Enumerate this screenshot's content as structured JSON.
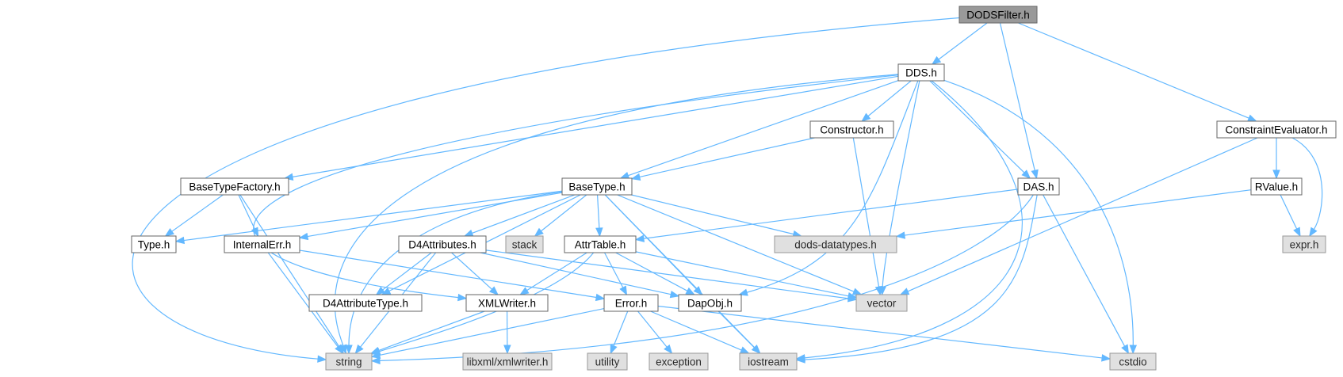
{
  "graph": {
    "nodes": [
      {
        "id": "dodsfilter",
        "label": "DODSFilter.h",
        "kind": "root"
      },
      {
        "id": "dds",
        "label": "DDS.h",
        "kind": "local"
      },
      {
        "id": "constraintevaluator",
        "label": "ConstraintEvaluator.h",
        "kind": "local"
      },
      {
        "id": "constructor",
        "label": "Constructor.h",
        "kind": "local"
      },
      {
        "id": "basetypefactory",
        "label": "BaseTypeFactory.h",
        "kind": "local"
      },
      {
        "id": "basetype",
        "label": "BaseType.h",
        "kind": "local"
      },
      {
        "id": "das",
        "label": "DAS.h",
        "kind": "local"
      },
      {
        "id": "rvalue",
        "label": "RValue.h",
        "kind": "local"
      },
      {
        "id": "typeh",
        "label": "Type.h",
        "kind": "local"
      },
      {
        "id": "internalerr",
        "label": "InternalErr.h",
        "kind": "local"
      },
      {
        "id": "d4attributes",
        "label": "D4Attributes.h",
        "kind": "local"
      },
      {
        "id": "stack",
        "label": "stack",
        "kind": "system"
      },
      {
        "id": "attrtable",
        "label": "AttrTable.h",
        "kind": "local"
      },
      {
        "id": "dodsdatatypes",
        "label": "dods-datatypes.h",
        "kind": "system"
      },
      {
        "id": "exprh",
        "label": "expr.h",
        "kind": "system"
      },
      {
        "id": "d4attributetype",
        "label": "D4AttributeType.h",
        "kind": "local"
      },
      {
        "id": "xmlwriter",
        "label": "XMLWriter.h",
        "kind": "local"
      },
      {
        "id": "errorh",
        "label": "Error.h",
        "kind": "local"
      },
      {
        "id": "dapobj",
        "label": "DapObj.h",
        "kind": "local"
      },
      {
        "id": "vector",
        "label": "vector",
        "kind": "system"
      },
      {
        "id": "string",
        "label": "string",
        "kind": "system"
      },
      {
        "id": "libxml",
        "label": "libxml/xmlwriter.h",
        "kind": "system"
      },
      {
        "id": "utility",
        "label": "utility",
        "kind": "system"
      },
      {
        "id": "exception",
        "label": "exception",
        "kind": "system"
      },
      {
        "id": "iostream",
        "label": "iostream",
        "kind": "system"
      },
      {
        "id": "cstdio",
        "label": "cstdio",
        "kind": "system"
      }
    ],
    "edges": [
      [
        "dodsfilter",
        "dds"
      ],
      [
        "dodsfilter",
        "das"
      ],
      [
        "dodsfilter",
        "constraintevaluator"
      ],
      [
        "dodsfilter",
        "string"
      ],
      [
        "dds",
        "constructor"
      ],
      [
        "dds",
        "basetypefactory"
      ],
      [
        "dds",
        "basetype"
      ],
      [
        "dds",
        "das"
      ],
      [
        "dds",
        "string"
      ],
      [
        "dds",
        "xmlwriter"
      ],
      [
        "dds",
        "dapobj"
      ],
      [
        "dds",
        "vector"
      ],
      [
        "dds",
        "iostream"
      ],
      [
        "dds",
        "cstdio"
      ],
      [
        "constructor",
        "basetype"
      ],
      [
        "constructor",
        "vector"
      ],
      [
        "basetypefactory",
        "typeh"
      ],
      [
        "basetypefactory",
        "internalerr"
      ],
      [
        "basetypefactory",
        "string"
      ],
      [
        "basetype",
        "typeh"
      ],
      [
        "basetype",
        "internalerr"
      ],
      [
        "basetype",
        "d4attributes"
      ],
      [
        "basetype",
        "stack"
      ],
      [
        "basetype",
        "attrtable"
      ],
      [
        "basetype",
        "dodsdatatypes"
      ],
      [
        "basetype",
        "d4attributetype"
      ],
      [
        "basetype",
        "string"
      ],
      [
        "basetype",
        "dapobj"
      ],
      [
        "basetype",
        "vector"
      ],
      [
        "basetype",
        "iostream"
      ],
      [
        "das",
        "attrtable"
      ],
      [
        "das",
        "string"
      ],
      [
        "das",
        "iostream"
      ],
      [
        "das",
        "cstdio"
      ],
      [
        "constraintevaluator",
        "rvalue"
      ],
      [
        "constraintevaluator",
        "exprh"
      ],
      [
        "constraintevaluator",
        "vector"
      ],
      [
        "rvalue",
        "exprh"
      ],
      [
        "rvalue",
        "dodsdatatypes"
      ],
      [
        "internalerr",
        "errorh"
      ],
      [
        "internalerr",
        "string"
      ],
      [
        "d4attributes",
        "d4attributetype"
      ],
      [
        "d4attributes",
        "xmlwriter"
      ],
      [
        "d4attributes",
        "dapobj"
      ],
      [
        "d4attributes",
        "string"
      ],
      [
        "d4attributes",
        "vector"
      ],
      [
        "attrtable",
        "xmlwriter"
      ],
      [
        "attrtable",
        "errorh"
      ],
      [
        "attrtable",
        "dapobj"
      ],
      [
        "attrtable",
        "string"
      ],
      [
        "attrtable",
        "vector"
      ],
      [
        "xmlwriter",
        "libxml"
      ],
      [
        "xmlwriter",
        "string"
      ],
      [
        "errorh",
        "string"
      ],
      [
        "errorh",
        "utility"
      ],
      [
        "errorh",
        "exception"
      ],
      [
        "errorh",
        "iostream"
      ],
      [
        "errorh",
        "cstdio"
      ],
      [
        "dapobj",
        "iostream"
      ]
    ]
  },
  "colors": {
    "edge": "#63b8ff",
    "root_fill": "#999999",
    "local_fill": "#ffffff",
    "system_fill": "#e0e0e0",
    "border": "#666666"
  }
}
